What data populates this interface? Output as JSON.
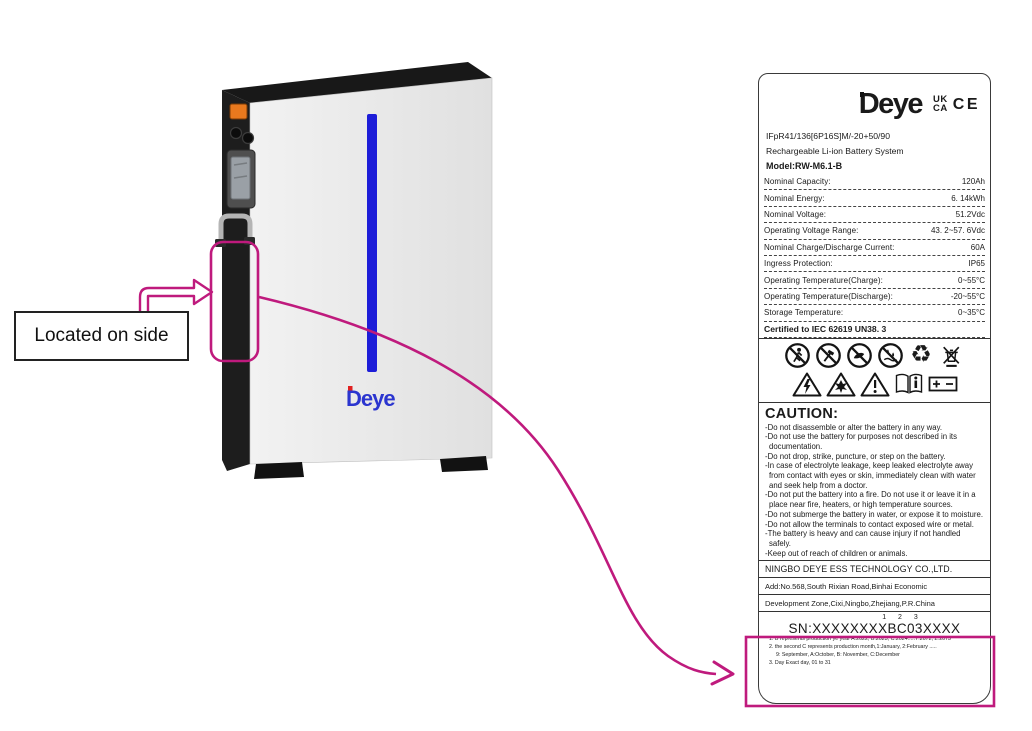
{
  "colors": {
    "accent_magenta": "#bf1a7d",
    "led_blue": "#1d1dd8",
    "battery_logo_blue": "#2b35cf",
    "logo_dot_red": "#e02020",
    "connector_orange": "#e8791e"
  },
  "callout": {
    "text": "Located on side"
  },
  "battery": {
    "logo": "Deye"
  },
  "label": {
    "brand": "Deye",
    "marks": {
      "ukca_line1": "UK",
      "ukca_line2": "CA",
      "ce": "CE"
    },
    "type_code": "IFpR41/136[6P16S]M/-20+50/90",
    "product_type": "Rechargeable Li-ion Battery System",
    "model_label": "Model:",
    "model_value": "RW-M6.1-B",
    "specs": [
      {
        "name": "Nominal Capacity:",
        "value": "120Ah"
      },
      {
        "name": "Nominal Energy:",
        "value": "6. 14kWh"
      },
      {
        "name": "Nominal Voltage:",
        "value": "51.2Vdc"
      },
      {
        "name": "Operating Voltage Range:",
        "value": "43. 2~57. 6Vdc"
      },
      {
        "name": "Nominal Charge/Discharge Current:",
        "value": "60A"
      },
      {
        "name": "Ingress Protection:",
        "value": "IP65"
      },
      {
        "name": "Operating Temperature(Charge):",
        "value": "0~55°C"
      },
      {
        "name": "Operating Temperature(Discharge):",
        "value": "-20~55°C"
      },
      {
        "name": "Storage Temperature:",
        "value": "0~35°C"
      }
    ],
    "certified": "Certified to IEC 62619 UN38. 3",
    "warning_icons_row1": [
      "no-step-icon",
      "no-strike-icon",
      "no-touch-icon",
      "no-wet-icon",
      "recycle-icon",
      "weee-bin-icon"
    ],
    "warning_icons_row2": [
      "electric-shock-warning-icon",
      "explosion-warning-icon",
      "general-warning-icon",
      "read-manual-icon",
      "battery-polarity-icon"
    ],
    "recycle_glyph": "♻",
    "caution_title": "CAUTION:",
    "caution_items": [
      "-Do not disassemble or alter the battery in any way.",
      "-Do not use the battery for purposes not described in its documentation.",
      "-Do not drop, strike, puncture, or step on the battery.",
      "-In case of electrolyte leakage, keep leaked electrolyte away from contact with eyes or skin, immediately clean with water and seek help from a doctor.",
      "-Do not put the battery into a fire. Do not use it or leave it in a place near fire, heaters, or high temperature sources.",
      "-Do not submerge the battery in water, or expose it to moisture.",
      "-Do not allow the terminals to contact exposed wire or metal.",
      "-The battery is heavy and can cause injury if not handled safely.",
      "-Keep out of reach of children or animals."
    ],
    "company": "NINGBO DEYE ESS TECHNOLOGY CO.,LTD.",
    "address_line1": "Add:No.568,South Rixian Road,Binhai Economic",
    "address_line2": "Development Zone,Cixi,Ningbo,Zhejiang,P.R.China",
    "sn_digits": "1 2 3",
    "sn_serial": "SN:XXXXXXXXBC03XXXX",
    "sn_notes": [
      "1. B represents production ye year A:2022, B:2023, C:2024.....Y:2072, Z:2073",
      "2. the second C represents production month,1:January, 2:February .....",
      "9: September, A:October, B: November, C:December",
      "3. Day Exact day, 01 to 31"
    ]
  }
}
